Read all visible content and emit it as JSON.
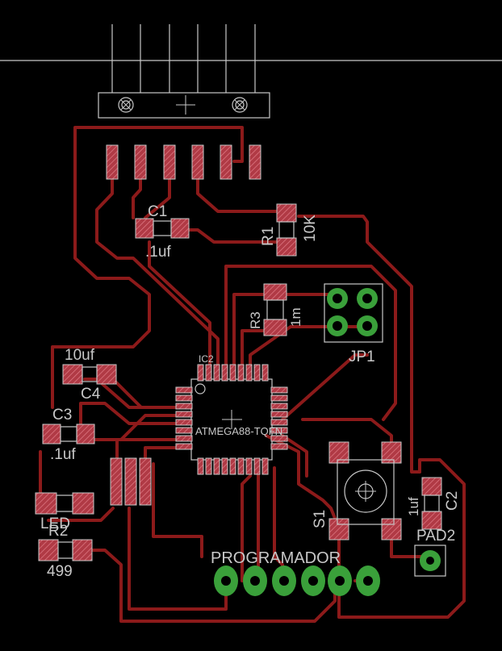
{
  "board": {
    "labels": {
      "c1_name": "C1",
      "c1_value": ".1uf",
      "r1_name": "R1",
      "r1_value": "10K",
      "r3_name": "R3",
      "r3_value": "1m",
      "jp1_name": "JP1",
      "ic2_name": "IC2",
      "ic2_value": "ATMEGA88-TQFN",
      "c4_value": "10uf",
      "c4_name": "C4",
      "c3_name": "C3",
      "c3_value": ".1uf",
      "led_name": "LED",
      "r2_name": "R2",
      "r2_value": "499",
      "s1_name": "S1",
      "c2_value": "1uf",
      "c2_name": "C2",
      "pad2_name": "PAD2",
      "prog_name": "PROGRAMADOR"
    },
    "colors": {
      "background": "#000000",
      "trace": "#8c1a1a",
      "pad": "#c0505a",
      "thru_hole": "#3aa03a",
      "silk": "#c8c8c8"
    }
  }
}
